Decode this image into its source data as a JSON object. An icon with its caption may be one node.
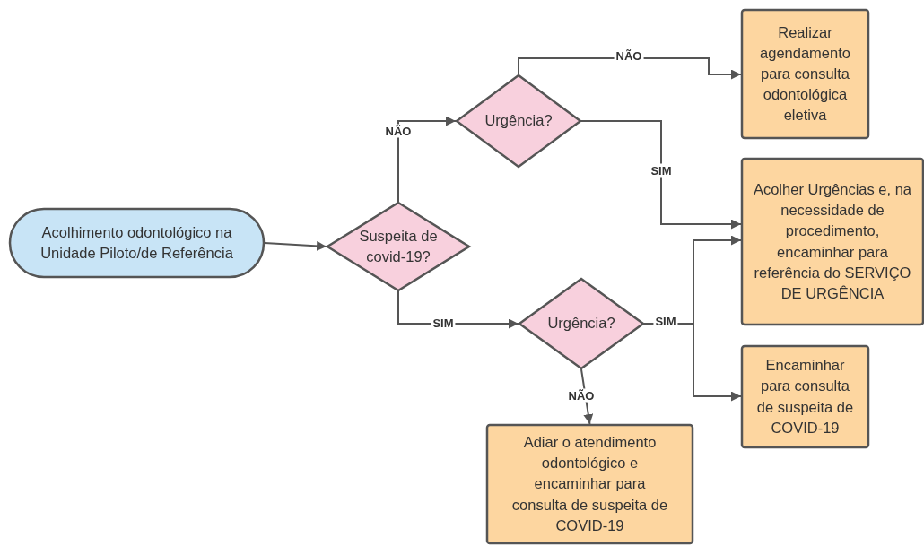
{
  "diagram": {
    "nodes": [
      {
        "text": [
          "Acolhimento odontológico na Unidade Piloto/de Referência"
        ]
      },
      {
        "text": [
          "Suspeita de covid-19?"
        ]
      },
      {
        "text": [
          "Urgência?"
        ]
      },
      {
        "text": [
          "Urgência?"
        ]
      },
      {
        "text": [
          "Realizar agendamento para consulta odontológica eletiva"
        ]
      },
      {
        "text": [
          "Acolher Urgências e, na necessidade de procedimento, encaminhar para referência do SERVIÇO DE URGÊNCIA"
        ]
      },
      {
        "text": [
          "Encaminhar para consulta de suspeita de COVID-19"
        ]
      },
      {
        "text": [
          "Adiar o atendimento odontológico e encaminhar para consulta de suspeita de COVID-19"
        ]
      }
    ],
    "edges": [
      {
        "from": 0,
        "to": 1,
        "arrow": "to"
      },
      {
        "from": 1,
        "to": 2,
        "arrow": "to",
        "label": "NÃO"
      },
      {
        "from": 1,
        "to": 3,
        "arrow": "to",
        "label": "SIM"
      },
      {
        "from": 2,
        "to": 4,
        "arrow": "to",
        "label": "NÃO"
      },
      {
        "from": 2,
        "to": 5,
        "arrow": "to",
        "label": "SIM"
      },
      {
        "from": 3,
        "to": 5,
        "arrow": "to",
        "label": "SIM"
      },
      {
        "from": 3,
        "to": 6,
        "arrow": "to"
      },
      {
        "from": 3,
        "to": 7,
        "arrow": "to",
        "label": "NÃO"
      }
    ]
  }
}
